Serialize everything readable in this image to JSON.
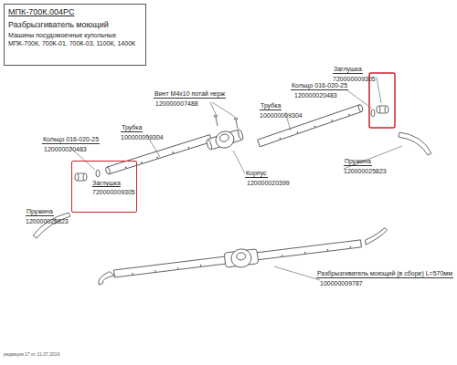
{
  "diagram": {
    "nodes": [
      {
        "text": [
          "МПК-700К.004РС",
          "Разбрызгиватель моющий",
          "Машины посудомоечные купольные МПК-700К, 700К-01, 700К-03, 1100К, 1400К"
        ]
      },
      {
        "text": [
          "Заглушка",
          "720000009305"
        ]
      }
    ],
    "labels": [
      "Винт М4х10 потай нерж",
      "120000007488",
      "Трубка",
      "100000009304",
      "Кольцо 016-020-25",
      "120000020483",
      "Заглушка",
      "720000009305",
      "Пружина",
      "120000025823",
      "Трубка",
      "100000009304",
      "Кольцо 016-020-25",
      "120000020483",
      "Пружина",
      "120000025823",
      "Корпус",
      "120000020399",
      "Разбрызгиватель моющий (в сборе) L=570мм",
      "100000009787",
      "редакция 17 от 21.07.2016"
    ]
  }
}
